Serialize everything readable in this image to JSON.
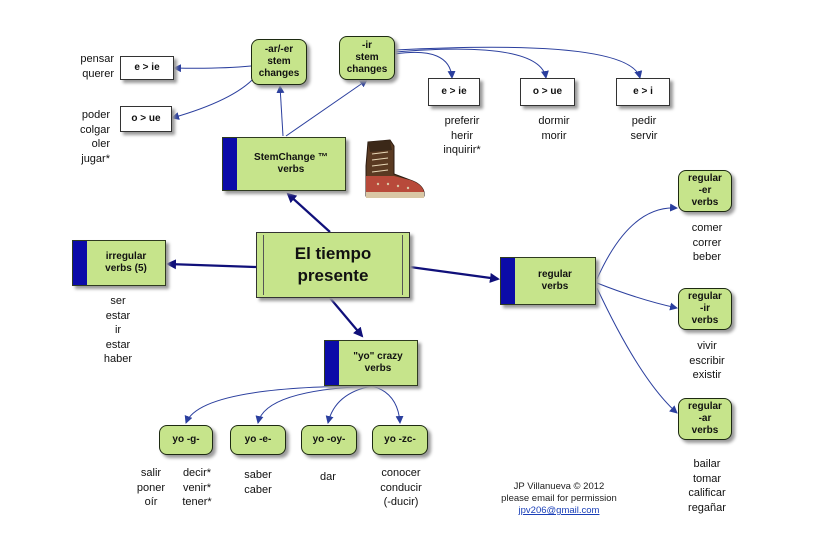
{
  "center": {
    "line1": "El tiempo",
    "line2": "presente"
  },
  "stemchange": {
    "label": "StemChange ™\nverbs"
  },
  "ar_er_stem": {
    "label": "-ar/-er\nstem\nchanges"
  },
  "ir_stem": {
    "label": "-ir\nstem\nchanges"
  },
  "ar_er_types": [
    {
      "label": "e > ie",
      "words": "pensar\nquerer"
    },
    {
      "label": "o > ue",
      "words": "poder\ncolgar\noler\njugar*"
    }
  ],
  "ir_types": [
    {
      "label": "e > ie",
      "words": "preferir\nherir\ninquirir*"
    },
    {
      "label": "o > ue",
      "words": "dormir\nmorir"
    },
    {
      "label": "e > i",
      "words": "pedir\nservir"
    }
  ],
  "irregular": {
    "label": "irregular\nverbs (5)",
    "words": "ser\nestar\nir\nestar\nhaber"
  },
  "regular": {
    "label": "regular\nverbs"
  },
  "regular_types": [
    {
      "label": "regular\n-er\nverbs",
      "words": "comer\ncorrer\nbeber"
    },
    {
      "label": "regular\n-ir\nverbs",
      "words": "vivir\nescribir\nexistir"
    },
    {
      "label": "regular\n-ar\nverbs",
      "words": "bailar\ntomar\ncalificar\nregañar"
    }
  ],
  "yo_crazy": {
    "label": "\"yo\" crazy\nverbs"
  },
  "yo_types": [
    {
      "label": "yo -g-"
    },
    {
      "label": "yo -e-",
      "words": "saber\ncaber"
    },
    {
      "label": "yo -oy-",
      "words": "dar"
    },
    {
      "label": "yo -zc-",
      "words": "conocer\nconducir\n(-ducir)"
    }
  ],
  "yo_g_words": {
    "col1": "salir\nponer\noír",
    "col2": "decir*\nvenir*\ntener*"
  },
  "credit": {
    "line1": "JP Villanueva © 2012",
    "line2": "please email for permission",
    "email": "jpv206@gmail.com"
  },
  "colors": {
    "node_fill": "#c6e48b",
    "bar_blue": "#0b0ba8",
    "arrow_navy": "#10107a",
    "connector_blue": "#2b3f9e"
  },
  "icons": {
    "boot": "boot-icon"
  }
}
